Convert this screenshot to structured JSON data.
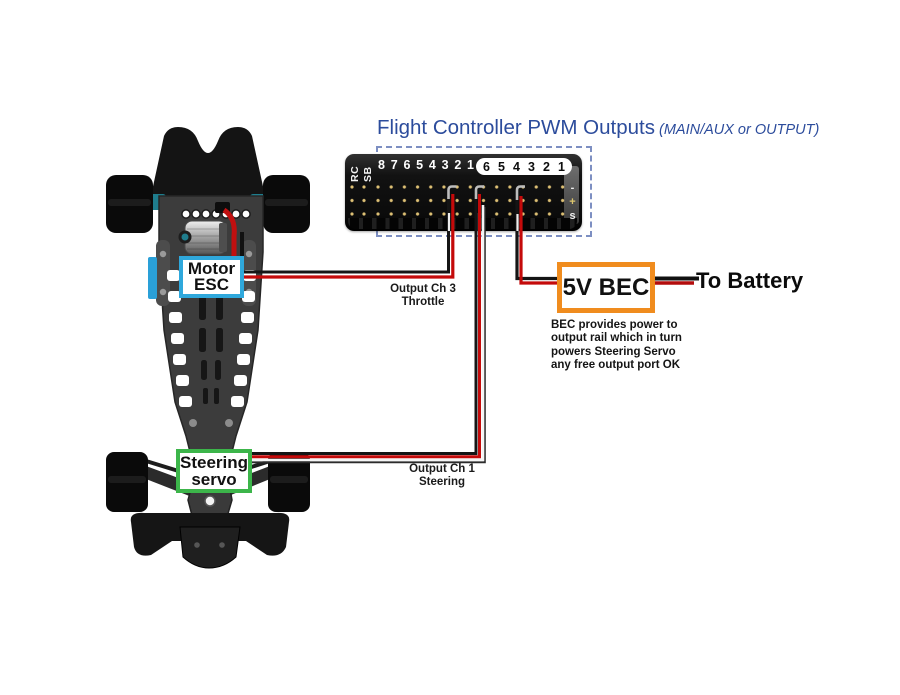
{
  "title": {
    "main": "Flight Controller PWM Outputs",
    "sub": "(MAIN/AUX or OUTPUT)"
  },
  "board": {
    "left_labels": [
      "RC",
      "SB"
    ],
    "main_channels": [
      "8",
      "7",
      "6",
      "5",
      "4",
      "3",
      "2",
      "1"
    ],
    "aux_channels": [
      "6",
      "5",
      "4",
      "3",
      "2",
      "1"
    ],
    "rail_pins": [
      "-",
      "+",
      "s"
    ]
  },
  "labels": {
    "motor_esc": [
      "Motor",
      "ESC"
    ],
    "steering_servo": [
      "Steering",
      "servo"
    ],
    "bec": "5V BEC",
    "to_battery": "To Battery"
  },
  "wire_labels": {
    "throttle": [
      "Output Ch 3",
      "Throttle"
    ],
    "steering": [
      "Output Ch 1",
      "Steering"
    ]
  },
  "bec_note": [
    "BEC provides power to",
    "output rail which in turn",
    "powers Steering Servo",
    "any free output port OK"
  ],
  "colors": {
    "title_blue": "#2c4c9c",
    "esc_border": "#2fa8dc",
    "servo_border": "#3cb54a",
    "bec_border": "#f08c1e",
    "wire_red": "#c40a0a",
    "wire_black": "#151515",
    "dashed_border": "#7d8fc2"
  }
}
